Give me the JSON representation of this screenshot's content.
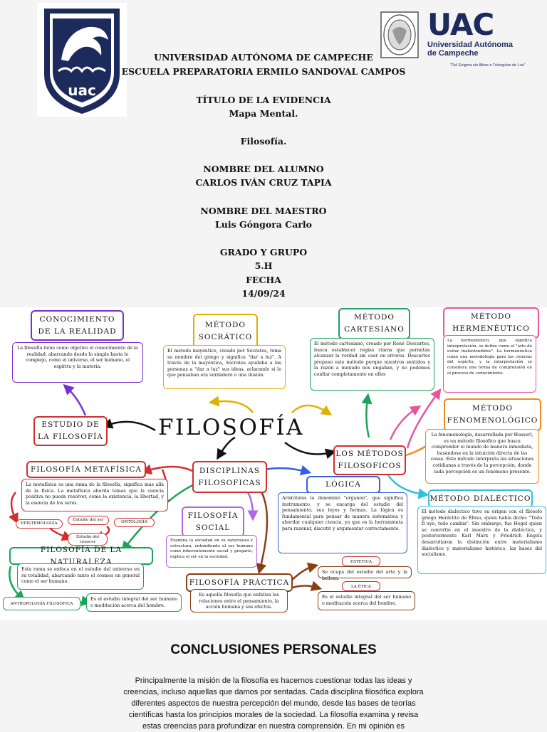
{
  "header": {
    "university": "UNIVERSIDAD AUTÓNOMA DE CAMPECHE",
    "school": "ESCUELA PREPARATORIA ERMILO SANDOVAL CAMPOS",
    "evidence_label": "TÍTULO DE LA EVIDENCIA",
    "evidence_value": "Mapa Mental.",
    "subject": "Filosofía.",
    "student_label": "NOMBRE DEL ALUMNO",
    "student_value": "CARLOS IVÁN CRUZ TAPIA",
    "teacher_label": "NOMBRE DEL MAESTRO",
    "teacher_value": "Luis Góngora Carlo",
    "group_label": "GRADO Y GRUPO",
    "group_value": "5.H",
    "date_label": "FECHA",
    "date_value": "14/09/24"
  },
  "logos": {
    "shield_text": "uac",
    "brand_big": "UAC",
    "brand_line1": "Universidad Autónoma",
    "brand_line2": "de Campeche",
    "motto": "\"Del Enigma sin Albas a Triángulos de Luz\""
  },
  "mindmap": {
    "center": "FILOSOFÍA",
    "conocimiento_title": "CONOCIMIENTO DE LA REALIDAD",
    "conocimiento_text": "La filosofía tiene como objetivo el conocimiento de la realidad, abarcando desde lo simple hasta lo complejo, como el universo, el ser humano, el espíritu y la materia.",
    "estudio_title": "ESTUDIO DE LA FILOSOFÍA",
    "socratico_title": "MÉTODO SOCRÁTICO",
    "socratico_text": "El método mayéutico, creado por Sócrates, toma su nombre del griego y significa \"dar a luz\". A través de la mayéutica, Sócrates ayudaba a las personas a \"dar a luz\" sus ideas, aclarando si lo que pensaban era verdadero o una ilusión.",
    "cartesiano_title": "MÉTODO CARTESIANO",
    "cartesiano_text": "El método cartesiano, creado por René Descartes, busca establecer reglas claras que permitan alcanzar la verdad sin caer en errores. Descartes propuso este método porque nuestros sentidos y la razón a menudo nos engañan, y no podemos confiar completamente en ellos",
    "hermeneutico_title": "MÉTODO HERMENÉUTICO",
    "hermeneutico_text": "La hermenéutico, que significa interpretación, se define como el \"arte de evitar malentendidos\". La hermenéutica como una metodología para las ciencias del espíritu, y la interpretación se considera una forma de comprensión en el proceso de conocimiento.",
    "fenomenologico_title": "MÉTODO FENOMENOLÓGICO",
    "fenomenologico_text": "La fenomenología, desarrollada por Husserl, es un método filosófico que busca comprender el mundo de manera inmediata, basándose en la intuición directa de las cosas. Este método interpreta las situaciones cotidianas a través de la percepción, donde cada percepción es un fenómeno presente.",
    "metodos_title": "LOS MÉTODOS FILOSOFICOS",
    "dialectico_title": "MÉTODO DIALÉCTICO",
    "dialectico_text": "El método dialéctico tuvo su origen con el filósofo griego Heráclito de Éfeso, quien había dicho: \"Todo fl uye, todo cambia\". Sin embargo, fue Hegel quien se convirtió en el maestro de la dialéctica, y posteriormente Karl Marx y Friedrich Engels desarrollaron la distinción entre materialismo dialéctico y materialismo histórico, las bases del socialismo.",
    "logica_title": "LÓGICA",
    "logica_text": "Aristóteles la denominó \"organon\", que significa instrumento, y se encarga del estudio del pensamiento, sus leyes y formas. La lógica es fundamental para pensar de manera sistemática y abordar cualquier ciencia, ya que es la herramienta para razonar, discutir y argumentar correctamente.",
    "disciplinas_title": "DISCIPLINAS FILOSOFICAS",
    "metafisica_title": "FILOSOFÍA METAFÍSICA",
    "metafisica_text": "La metafísica es una rama de la filosofía, significa más allá de la física. La metafísica aborda temas que la ciencia positiva no puede resolver, como la existencia, la libertad, y la esencia de los seres.",
    "epistemologia": "EPISTEMOLOGÍA",
    "estudio_ser": "Estudio del ser",
    "ontologia": "ONTOLOGÍA",
    "estudio_conocer": "Estudio del conocer",
    "naturaleza_title": "FILOSOFÍA DE LA NATURALEZA",
    "naturaleza_text": "Esta rama se enfoca en el estudio del universo en su totalidad, abarcando tanto el cosmos en general como el ser humano.",
    "antropologia": "ANTROPOLOGÍA FILOSÓFICA",
    "antropologia_text": "Es el estudio integral del ser humano o meditación acerca del hombre.",
    "social_title": "FILOSOFÍA SOCIAL",
    "social_text": "Examina la sociedad en su naturaleza y estructura, entendiendo al ser humano como inherentemente social y gregario, explica el ser en la sociedad.",
    "practica_title": "FILOSOFÍA PRÁCTICA",
    "practica_text": "Es aquella filosofía que enfatiza las relaciones entre el pensamiento, la acción humana y sus efectos.",
    "estetica": "ESTÉTICA",
    "estetica_text": "Se ocupa del estudio del arte y la belleza.",
    "etica": "LA ÉTICA",
    "etica_text": "Es el estudio integral del ser humano o meditación acerca del hombre."
  },
  "conclusions": {
    "title": "CONCLUSIONES PERSONALES",
    "text": "Principalmente la misión de la filosofía es hacernos cuestionar todas las ideas y creencias, incluso aquellas que damos por sentadas. Cada disciplina filosófica explora diferentes aspectos de nuestra percepción del mundo, desde las bases de teorías científicas hasta los principios morales de la sociedad. La filosofía examina y revisa estas creencias para profundizar en nuestra comprensión. En mi opinión es"
  },
  "colors": {
    "purple": "#7b2fd0",
    "gold": "#e0b000",
    "green": "#1aa35a",
    "pink": "#e8559c",
    "orange": "#f08a1c",
    "red": "#d32f2f",
    "blue": "#3a5ee0",
    "cyan": "#32c2d8",
    "violet": "#b066e0",
    "brown": "#8a3f12",
    "navy": "#1d2a5c"
  }
}
